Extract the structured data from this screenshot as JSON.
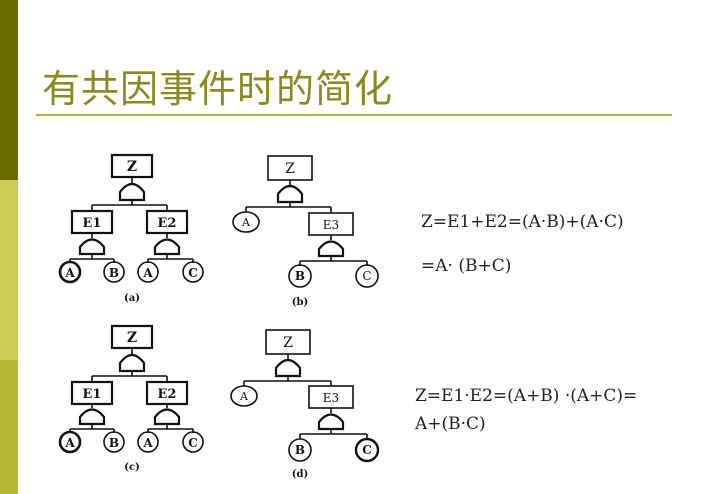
{
  "slide": {
    "title": "有共因事件时的简化",
    "accent_colors": {
      "title": "#8a8a1e",
      "rule": "#b3b330",
      "bar_dark": "#6b6b00",
      "bar_light": "#cccc55",
      "bar_mid": "#b7b733"
    }
  },
  "diagram_a": {
    "top": "Z",
    "left_gate": "E1",
    "right_gate": "E2",
    "events": [
      "A",
      "B",
      "A",
      "C"
    ],
    "caption": "(a)"
  },
  "diagram_b": {
    "top": "Z",
    "gate": "E3",
    "event_left": "A",
    "events": [
      "B",
      "C"
    ],
    "caption": "(b)"
  },
  "diagram_c": {
    "top": "Z",
    "left_gate": "E1",
    "right_gate": "E2",
    "events": [
      "A",
      "B",
      "A",
      "C"
    ],
    "caption": "(c)"
  },
  "diagram_d": {
    "top": "Z",
    "gate": "E3",
    "event_left": "A",
    "events": [
      "B",
      "C"
    ],
    "caption": "(d)"
  },
  "equations": {
    "top_line1": "Z=E1+E2=(A·B)+(A·C)",
    "top_line2": "=A· (B+C)",
    "bottom_line1": "Z=E1·E2=(A+B) ·(A+C)=",
    "bottom_line2": "A+(B·C)"
  }
}
